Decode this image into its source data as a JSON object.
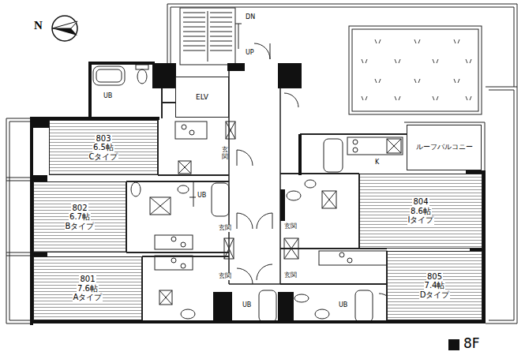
{
  "diagram": {
    "nodes": [
      {
        "text": [
          "ELV"
        ]
      },
      {
        "text": [
          "803",
          "6.5帖",
          "Cタイプ"
        ]
      },
      {
        "text": [
          "ルーフバルコニー"
        ]
      },
      {
        "text": [
          "802",
          "6.7帖",
          "Bタイプ"
        ]
      },
      {
        "text": [
          "804",
          "8.6帖",
          "Iタイプ"
        ]
      },
      {
        "text": [
          "801",
          "7.6帖",
          "Aタイプ"
        ]
      },
      {
        "text": [
          "805",
          "7.4帖",
          "Dタイプ"
        ]
      }
    ],
    "labels": [
      "N",
      "DN",
      "UP",
      "UB",
      "玄関",
      "UB",
      "玄関",
      "玄関",
      "UB",
      "UB",
      "玄関",
      "玄関",
      "K",
      "8F"
    ]
  }
}
